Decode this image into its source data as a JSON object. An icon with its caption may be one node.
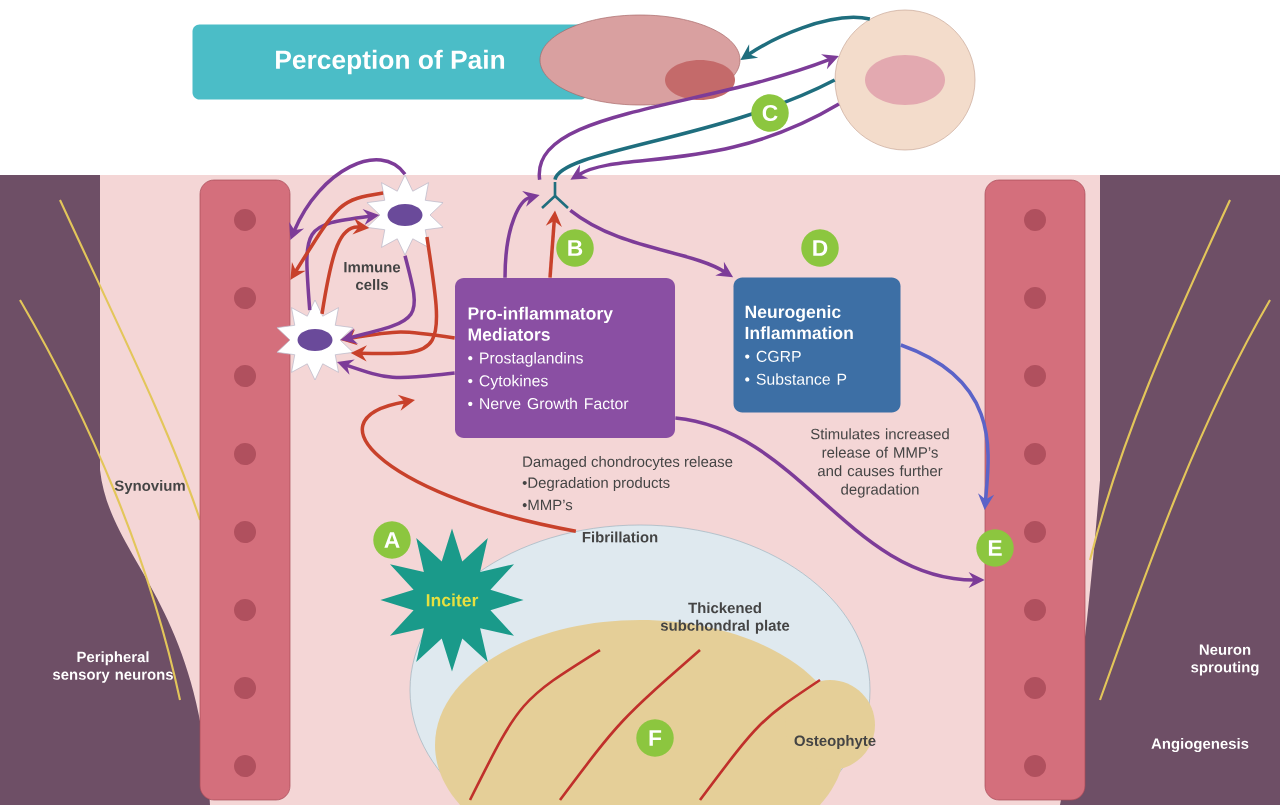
{
  "diagram": {
    "nodes": [
      {
        "text": [
          "Perception of Pain"
        ]
      },
      {
        "text": [],
        "shape": "picture"
      },
      {
        "text": [],
        "shape": "picture"
      },
      {
        "text": [],
        "shape": "picture"
      },
      {
        "text": [],
        "shape": "picture",
        "beside": [
          "Immune cells"
        ]
      },
      {
        "text": [],
        "shape": "picture"
      },
      {
        "text": [],
        "shape": "picture"
      },
      {
        "text": [
          "Pro-inflammatory Mediators",
          "• Prostaglandins",
          "• Cytokines",
          "• Nerve Growth Factor"
        ]
      },
      {
        "text": [
          "Neurogenic Inflammation",
          "• CGRP",
          "• Substance P"
        ]
      },
      {
        "text": [],
        "shape": "picture"
      },
      {
        "text": [],
        "shape": "picture"
      },
      {
        "text": [
          "Inciter"
        ]
      }
    ],
    "edges": [
      {
        "from": 7,
        "to": 3,
        "arrow": "to"
      },
      {
        "from": 7,
        "to": 3,
        "arrow": "to",
        "color": "#c8412b"
      },
      {
        "from": 3,
        "to": 8,
        "arrow": "to"
      },
      {
        "from": 3,
        "to": 2,
        "arrow": "to"
      },
      {
        "from": 2,
        "to": 3,
        "arrow": "to"
      },
      {
        "from": 3,
        "to": 2,
        "arrow": "none",
        "color": "#1f6e7e"
      },
      {
        "from": 2,
        "to": 1,
        "arrow": "to",
        "color": "#1f6e7e"
      },
      {
        "from": 7,
        "to": 5,
        "arrow": "to",
        "color": "#c8412b"
      },
      {
        "from": 7,
        "to": 5,
        "arrow": "to"
      },
      {
        "from": 4,
        "to": 5,
        "arrow": "to"
      },
      {
        "from": 4,
        "to": 5,
        "arrow": "to",
        "color": "#c8412b"
      },
      {
        "from": 5,
        "to": 4,
        "arrow": "to"
      },
      {
        "from": 5,
        "to": 4,
        "arrow": "to",
        "color": "#c8412b"
      },
      {
        "from": 4,
        "to": 6,
        "arrow": "to"
      },
      {
        "from": 4,
        "to": 6,
        "arrow": "to",
        "color": "#c8412b"
      },
      {
        "from": 10,
        "to": null,
        "arrow": "to",
        "color": "#c8412b"
      },
      {
        "from": 7,
        "to": 9,
        "arrow": "to"
      },
      {
        "from": 8,
        "to": 9,
        "arrow": "to",
        "color": "#5b63c8"
      }
    ],
    "labels": [
      "C",
      "B",
      "D",
      "Synovium",
      "Damaged chondrocytes release",
      "•Degradation products",
      "•MMP’s",
      "Stimulates increased release of MMP’s and causes further degradation",
      "A",
      "E",
      "Fibrillation",
      "Thickened subchondral plate",
      "Peripheral sensory neurons",
      "Neuron sprouting",
      "F",
      "Osteophyte",
      "Angiogenesis"
    ]
  }
}
